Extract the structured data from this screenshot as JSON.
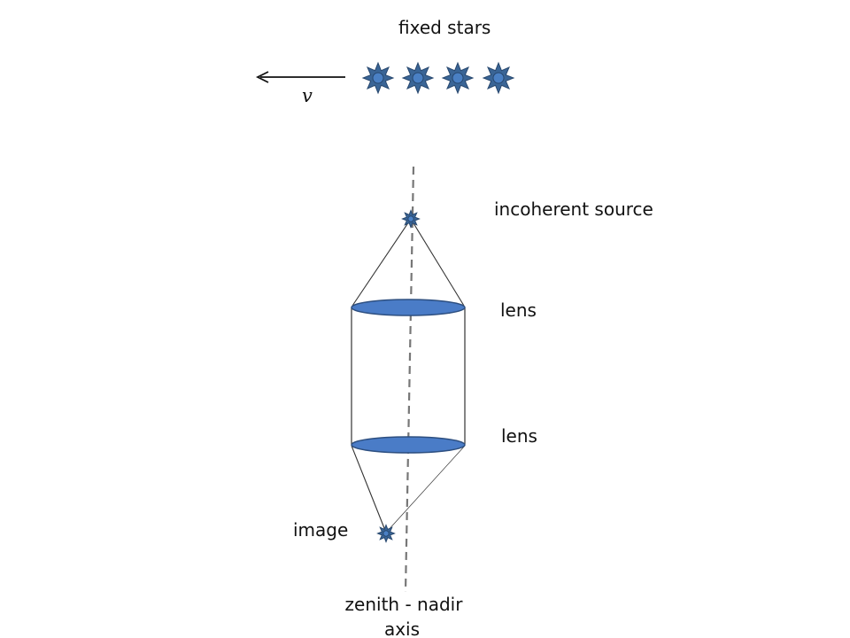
{
  "labels": {
    "fixed_stars": "fixed stars",
    "velocity": "v",
    "incoherent_source": "incoherent source",
    "lens_top": "lens",
    "lens_bottom": "lens",
    "image": "image",
    "axis_line1": "zenith - nadir",
    "axis_line2": "axis"
  },
  "colors": {
    "star_fill": "#3a6596",
    "star_stroke": "#27476e",
    "star_center": "#4a80c4",
    "lens_fill": "#4a7cc7",
    "lens_stroke": "#2d4f80",
    "ray": "#333333",
    "axis": "#777777"
  },
  "icons": {
    "star": "star-icon",
    "arrow": "arrow-left-icon"
  }
}
